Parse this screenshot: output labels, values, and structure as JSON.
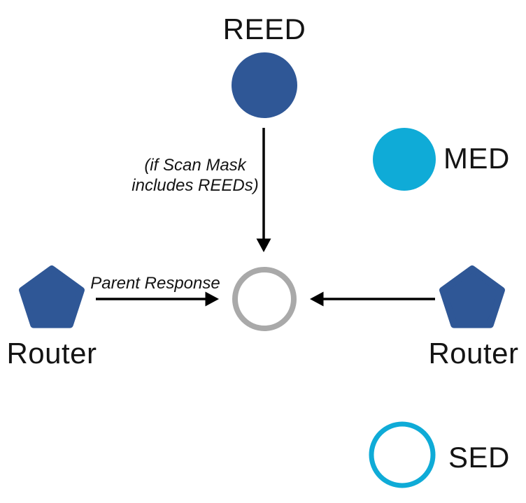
{
  "diagram": {
    "nodes": {
      "reed": {
        "label": "REED",
        "shape": "circle",
        "fill": "filled"
      },
      "med": {
        "label": "MED",
        "shape": "circle",
        "fill": "filled"
      },
      "sed": {
        "label": "SED",
        "shape": "circle",
        "fill": "outline"
      },
      "router_left": {
        "label": "Router",
        "shape": "pentagon",
        "fill": "filled"
      },
      "router_right": {
        "label": "Router",
        "shape": "pentagon",
        "fill": "filled"
      },
      "center": {
        "label": "",
        "shape": "circle",
        "fill": "outline-gray"
      }
    },
    "edges": [
      {
        "from": "REED",
        "to": "center",
        "label": "(if Scan Mask includes REEDs)"
      },
      {
        "from": "Router (left)",
        "to": "center",
        "label": "Parent Response"
      },
      {
        "from": "Router (right)",
        "to": "center",
        "label": ""
      }
    ],
    "annotations": {
      "scan_mask_line1": "(if Scan Mask",
      "scan_mask_line2": "includes REEDs)",
      "parent_response": "Parent Response"
    },
    "colors": {
      "node_blue": "#2F5796",
      "node_cyan": "#0FABD7",
      "outline_gray": "#A9A9A9",
      "arrow_black": "#000000",
      "node_inner_white": "#FFFFFF"
    }
  }
}
